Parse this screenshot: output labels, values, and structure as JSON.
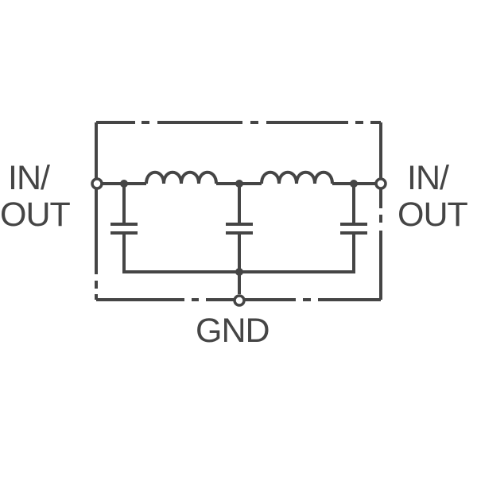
{
  "labels": {
    "left_in": "IN/",
    "left_out": "OUT",
    "right_in": "IN/",
    "right_out": "OUT",
    "ground": "GND"
  },
  "colors": {
    "line": "#454545",
    "background": "#ffffff"
  }
}
